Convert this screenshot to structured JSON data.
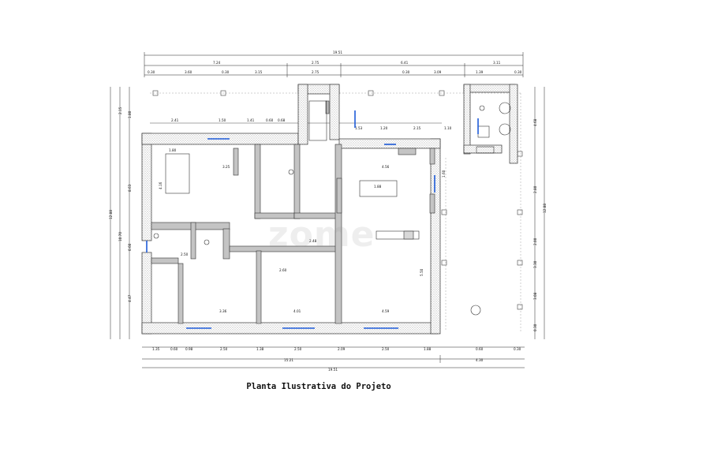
{
  "caption": "Planta Ilustrativa do Projeto",
  "watermark": "zome",
  "dims_top_total": "19.51",
  "dims_top_row2": [
    "7.24",
    "2.75",
    "6.41",
    "3.11"
  ],
  "dims_top_row3": [
    "0.30",
    "3.60",
    "0.30",
    "3.15",
    "2.75",
    "0.30",
    "3.09",
    "1.39",
    "0.30"
  ],
  "dims_interior_row": [
    "2.41",
    "1.50",
    "1.41",
    "0.60",
    "0.68",
    "1.53",
    "1.20",
    "2.15",
    "1.10"
  ],
  "dims_bottom_row1": [
    "1.35",
    "0.60",
    "0.98",
    "2.50",
    "1.38",
    "2.50",
    "2.09",
    "2.50",
    "1.88",
    "0.60",
    "0.30"
  ],
  "dims_bottom_row2": [
    "15.21",
    "4.30"
  ],
  "dims_bottom_total": "19.51",
  "dims_left": [
    "2.15",
    "1.80",
    "8.63",
    "12.88",
    "10.70",
    "0.60",
    "4.47"
  ],
  "dims_right": [
    "4.68",
    "2.80",
    "12.88",
    "2.00",
    "3.30",
    "3.08",
    "0.30"
  ],
  "room_dims": [
    "1.80",
    "3.25",
    "4.16",
    "1.88",
    "4.56",
    "1.60",
    "2.48",
    "3.36",
    "4.01",
    "4.59",
    "5.50",
    "2.60",
    "2.50"
  ],
  "colors": {
    "wall": "#c4c4c4",
    "window": "#1e5bd8",
    "ink": "#111111"
  }
}
